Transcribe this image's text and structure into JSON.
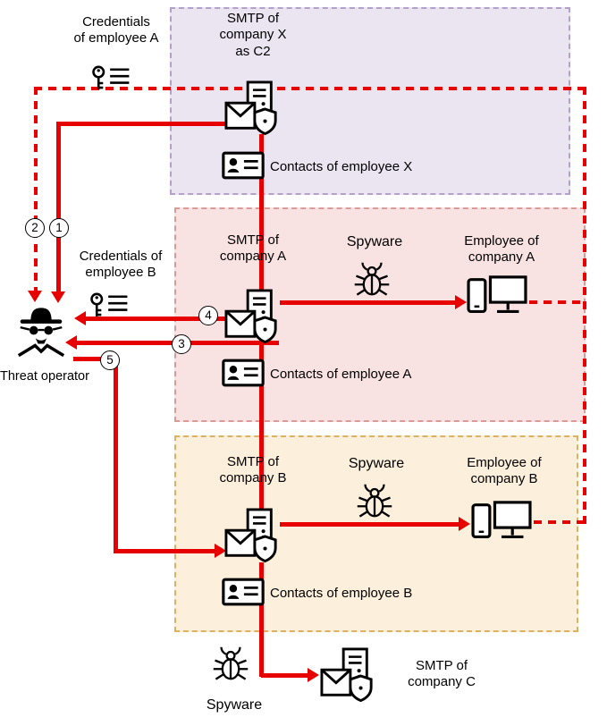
{
  "diagram": {
    "title_hint": "lateral phishing attack flow",
    "colors": {
      "accent_red": "#e60000",
      "zone_x_fill": "#ebe5f2",
      "zone_x_border": "#b3a1c7",
      "zone_a_fill": "#f9e2e2",
      "zone_a_border": "#d99a9a",
      "zone_b_fill": "#fcefdb",
      "zone_b_border": "#dcb260"
    },
    "icons": {
      "credentials": "key-list-icon",
      "smtp_server": "mail-server-shield-icon",
      "contacts": "contact-card-icon",
      "spyware": "bug-icon",
      "employee": "computer-devices-icon",
      "threat_operator": "spy-icon"
    },
    "labels": {
      "credentials_a": "Credentials\nof employee A",
      "smtp_x": "SMTP of\ncompany X\nas C2",
      "contacts_x": "Contacts of employee X",
      "smtp_a": "SMTP of\ncompany A",
      "spyware_a": "Spyware",
      "employee_a": "Employee of\ncompany A",
      "credentials_b": "Credentials of\nemployee B",
      "contacts_a": "Contacts of employee A",
      "threat_operator": "Threat operator",
      "smtp_b": "SMTP of\ncompany B",
      "spyware_b": "Spyware",
      "employee_b": "Employee of\ncompany B",
      "contacts_b": "Contacts of employee B",
      "spyware_c": "Spyware",
      "smtp_c": "SMTP of\ncompany C"
    },
    "steps": {
      "s1": "1",
      "s2": "2",
      "s3": "3",
      "s4": "4",
      "s5": "5"
    }
  }
}
